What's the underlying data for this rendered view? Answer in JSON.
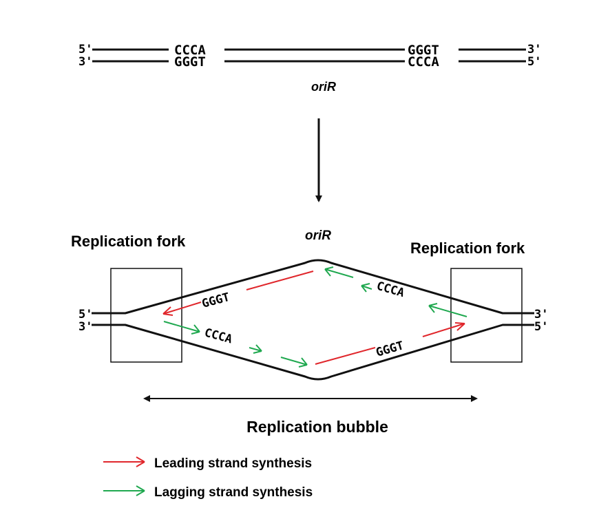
{
  "top_dna": {
    "left_top_end": "5'",
    "left_bottom_end": "3'",
    "right_top_end": "3'",
    "right_bottom_end": "5'",
    "seq_left_top": "CCCA",
    "seq_left_bottom": "GGGT",
    "seq_right_top": "GGGT",
    "seq_right_bottom": "CCCA",
    "origin_label": "oriR"
  },
  "bubble": {
    "origin_label": "oriR",
    "fork_left_label": "Replication fork",
    "fork_right_label": "Replication fork",
    "left_top_end": "5'",
    "left_bottom_end": "3'",
    "right_top_end": "3'",
    "right_bottom_end": "5'",
    "seq_top_left": "GGGT",
    "seq_top_right": "CCCA",
    "seq_bottom_left": "CCCA",
    "seq_bottom_right": "GGGT",
    "bubble_label": "Replication bubble"
  },
  "legend": {
    "items": [
      {
        "label": "Leading strand synthesis",
        "color": "#e0262b"
      },
      {
        "label": "Lagging strand synthesis",
        "color": "#1fa84f"
      }
    ]
  },
  "colors": {
    "strand": "#111111",
    "leading": "#e0262b",
    "lagging": "#1fa84f"
  }
}
